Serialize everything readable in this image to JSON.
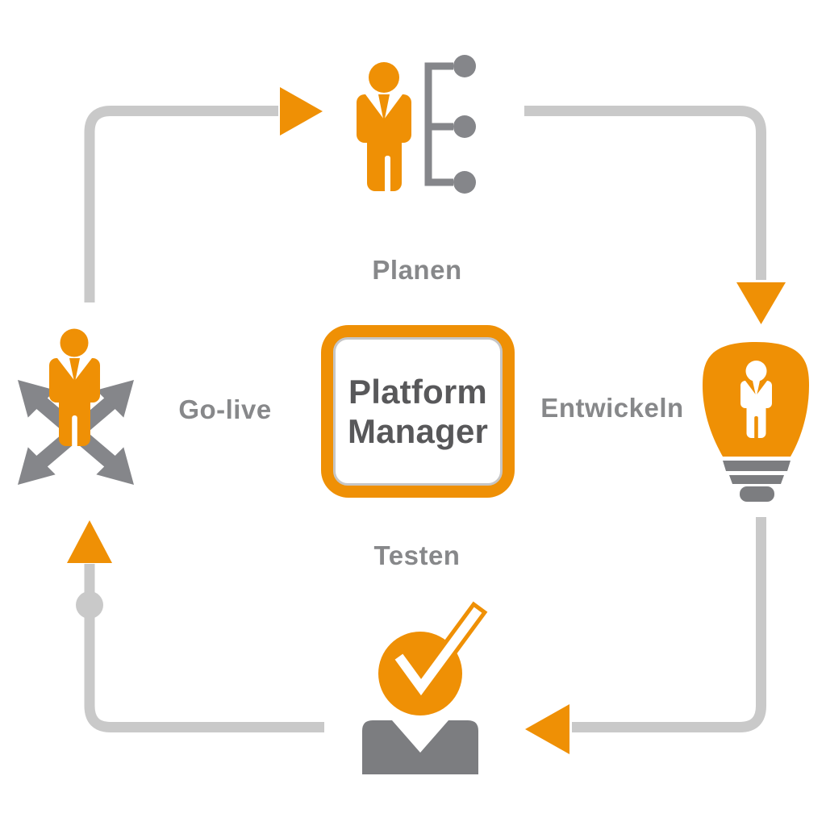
{
  "diagram_title": {
    "line1": "Platform",
    "line2": "Manager"
  },
  "steps": [
    {
      "label": "Planen",
      "position": "top",
      "icon": "person-orgchart-icon"
    },
    {
      "label": "Entwickeln",
      "position": "right",
      "icon": "idea-lightbulb-person-icon"
    },
    {
      "label": "Testen",
      "position": "bottom",
      "icon": "test-checkmark-person-icon"
    },
    {
      "label": "Go-live",
      "position": "left",
      "icon": "person-expansion-arrows-icon"
    }
  ],
  "flow": {
    "direction": "clockwise",
    "arrow_count": 4
  },
  "colors": {
    "accent_orange": "#EF9005",
    "connector_gray": "#C9C9C9",
    "icon_gray": "#85868A",
    "icon_dark_gray": "#7C7D80",
    "label_gray": "#87888A",
    "title_gray": "#58585A",
    "background": "#FFFFFF"
  }
}
